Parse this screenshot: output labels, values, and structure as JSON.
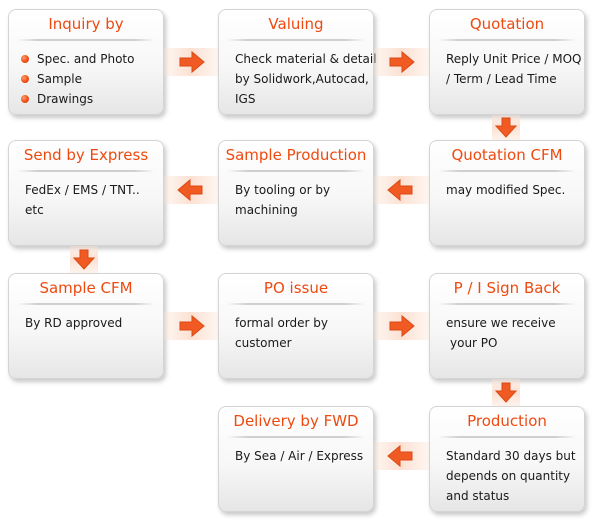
{
  "steps": [
    {
      "title": "Inquiry by",
      "items": [
        "Spec. and Photo",
        "Sample",
        "Drawings"
      ]
    },
    {
      "title": "Valuing",
      "lines": [
        "Check material & detail",
        "by Solidwork,Autocad,",
        "IGS"
      ]
    },
    {
      "title": "Quotation",
      "lines": [
        "Reply Unit Price / MOQ",
        "/ Term / Lead Time"
      ]
    },
    {
      "title": "Send by Express",
      "lines": [
        "FedEx / EMS / TNT..",
        "etc"
      ]
    },
    {
      "title": "Sample Production",
      "lines": [
        "By tooling or by",
        "machining"
      ]
    },
    {
      "title": "Quotation CFM",
      "lines": [
        "may modified Spec."
      ]
    },
    {
      "title": "Sample CFM",
      "lines": [
        "By RD approved"
      ]
    },
    {
      "title": "PO issue",
      "lines": [
        "formal order by",
        "customer"
      ]
    },
    {
      "title": "P / I Sign Back",
      "lines": [
        "ensure we receive",
        "your PO"
      ]
    },
    {
      "title": "Delivery by FWD",
      "lines": [
        "By Sea / Air / Express"
      ]
    },
    {
      "title": "Production",
      "lines": [
        "Standard 30 days but",
        "depends on quantity",
        "and status"
      ]
    }
  ],
  "colors": {
    "title": "#ee4a10",
    "arrow_fill": "#f15a22",
    "arrow_band": "#fbe1d3",
    "text": "#1a1a1a"
  },
  "icons": {
    "bullet": "orange-dot-icon",
    "arrow": "flow-arrow-icon"
  }
}
